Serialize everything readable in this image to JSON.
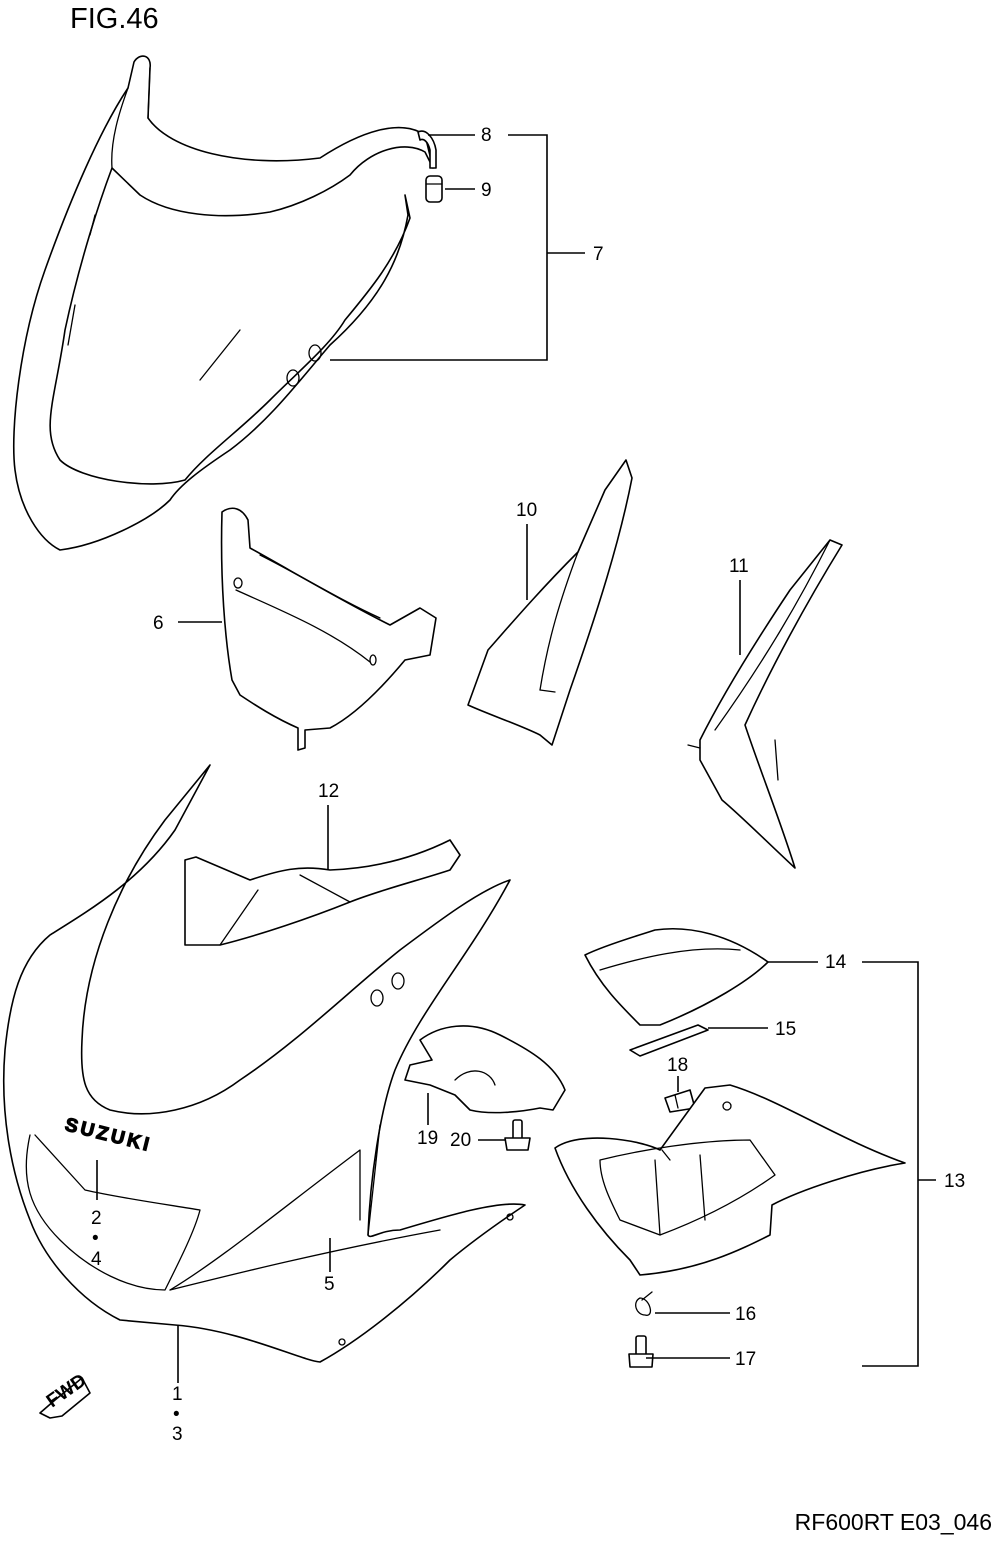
{
  "figure": {
    "title": "FIG.46",
    "footer_code": "RF600RT E03_046",
    "fwd_label": "FWD",
    "emblem_text": "SUZUKI"
  },
  "callouts": {
    "c1": "1",
    "c2": "2",
    "c3": "3",
    "c4": "4",
    "c5": "5",
    "c6": "6",
    "c7": "7",
    "c8": "8",
    "c9": "9",
    "c10": "10",
    "c11": "11",
    "c12": "12",
    "c13": "13",
    "c14": "14",
    "c15": "15",
    "c16": "16",
    "c17": "17",
    "c18": "18",
    "c19": "19",
    "c20": "20",
    "dot_a": "•",
    "dot_b": "•"
  }
}
